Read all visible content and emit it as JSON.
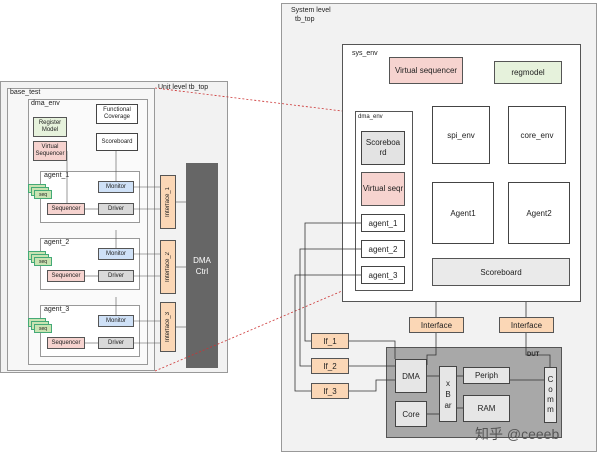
{
  "unit": {
    "title": "Unit level tb_top",
    "base_test": "base_test",
    "dma_env": "dma_env",
    "functional_coverage": "Functional Coverage",
    "register_model": "Register Model",
    "virtual_sequencer": "Virtual Sequencer",
    "scoreboard": "Scoreboard",
    "agents": [
      {
        "name": "agent_1",
        "seq": "seq",
        "monitor": "Monitor",
        "sequencer": "Sequencer",
        "driver": "Driver",
        "interface": "Interface_1"
      },
      {
        "name": "agent_2",
        "seq": "seq",
        "monitor": "Monitor",
        "sequencer": "Sequencer",
        "driver": "Driver",
        "interface": "Interface_2"
      },
      {
        "name": "agent_3",
        "seq": "seq",
        "monitor": "Monitor",
        "sequencer": "Sequencer",
        "driver": "Driver",
        "interface": "Interface_3"
      }
    ],
    "dma_ctrl": "DMA Ctrl"
  },
  "system": {
    "title": "System level",
    "tb_top": "tb_top",
    "sys_env": "sys_env",
    "virtual_sequencer": "Virtual sequencer",
    "regmodel": "regmodel",
    "dma_env": "dma_env",
    "scoreboard_small": "Scoreboa rd",
    "virtual_seqr": "Virtual seqr",
    "agents": [
      "agent_1",
      "agent_2",
      "agent_3"
    ],
    "spi_env": "spi_env",
    "core_env": "core_env",
    "agent1": "Agent1",
    "agent2": "Agent2",
    "scoreboard": "Scoreboard",
    "interface_left": "Interface",
    "interface_right": "Interface",
    "ifs": [
      "If_1",
      "If_2",
      "If_3"
    ],
    "dut": "DUT",
    "dma": "DMA",
    "xbar": "x B ar",
    "periph": "Periph",
    "ram": "RAM",
    "comm": "C o m m",
    "core": "Core"
  },
  "watermark": "知乎 @ceeeb"
}
